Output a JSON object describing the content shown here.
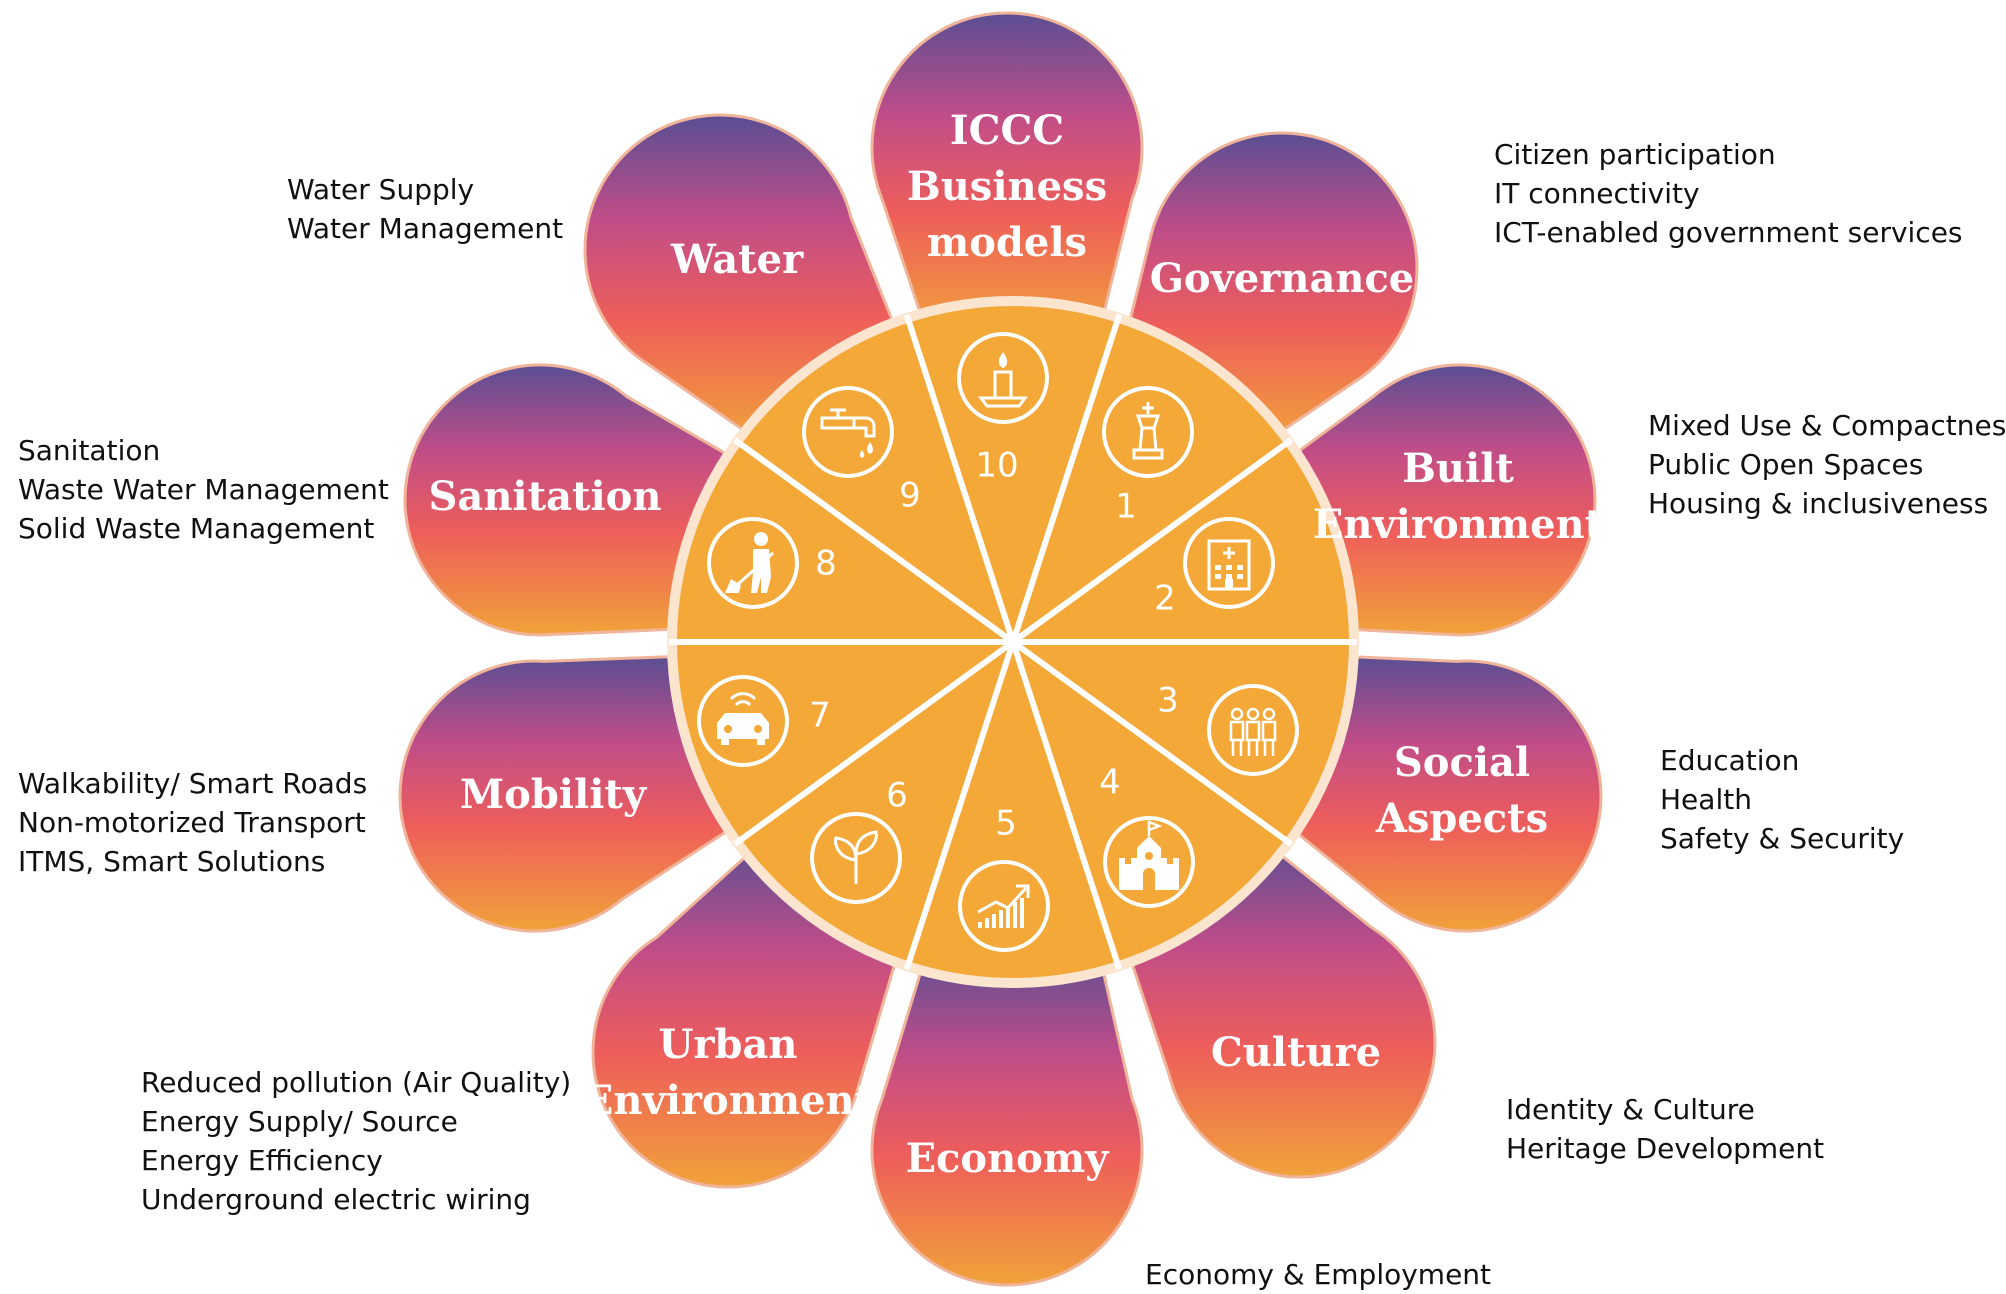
{
  "colors": {
    "hub": "#F3A838",
    "petal_top": "#5A4E93",
    "petal_mid": "#C14D88",
    "petal_mid2": "#EE5E5A",
    "petal_bottom": "#F1A23A",
    "petal_outline": "#F0B49A",
    "divider": "#ffffff",
    "text": "#111111"
  },
  "petals": [
    {
      "title_lines": [
        "ICCC",
        "Business",
        "models"
      ],
      "number": "10",
      "icon": "candle-icon"
    },
    {
      "title_lines": [
        "Governance"
      ],
      "number": "1",
      "icon": "chess-king-icon"
    },
    {
      "title_lines": [
        "Built",
        "Environment"
      ],
      "number": "2",
      "icon": "hospital-building-icon"
    },
    {
      "title_lines": [
        "Social",
        "Aspects"
      ],
      "number": "3",
      "icon": "people-group-icon"
    },
    {
      "title_lines": [
        "Culture"
      ],
      "number": "4",
      "icon": "castle-icon"
    },
    {
      "title_lines": [
        "Economy"
      ],
      "number": "5",
      "icon": "growth-chart-icon"
    },
    {
      "title_lines": [
        "Urban",
        "Environment"
      ],
      "number": "6",
      "icon": "sprout-icon"
    },
    {
      "title_lines": [
        "Mobility"
      ],
      "number": "7",
      "icon": "smart-car-icon"
    },
    {
      "title_lines": [
        "Sanitation"
      ],
      "number": "8",
      "icon": "sweeper-icon"
    },
    {
      "title_lines": [
        "Water"
      ],
      "number": "9",
      "icon": "water-tap-icon"
    }
  ],
  "descriptions": {
    "water": [
      "Water Supply",
      "Water Management"
    ],
    "governance": [
      "Citizen participation",
      "IT connectivity",
      "ICT-enabled government services"
    ],
    "built_environment": [
      "Mixed Use & Compactness",
      "Public Open Spaces",
      "Housing & inclusiveness"
    ],
    "social_aspects": [
      "Education",
      "Health",
      "Safety & Security"
    ],
    "culture": [
      "Identity & Culture",
      "Heritage Development"
    ],
    "economy": [
      "Economy & Employment"
    ],
    "urban_environment": [
      "Reduced pollution (Air Quality)",
      "Energy Supply/ Source",
      "Energy Efficiency",
      "Underground electric wiring"
    ],
    "mobility": [
      "Walkability/ Smart Roads",
      "Non-motorized Transport",
      "ITMS, Smart Solutions"
    ],
    "sanitation": [
      "Sanitation",
      "Waste Water Management",
      "Solid Waste Management"
    ]
  }
}
